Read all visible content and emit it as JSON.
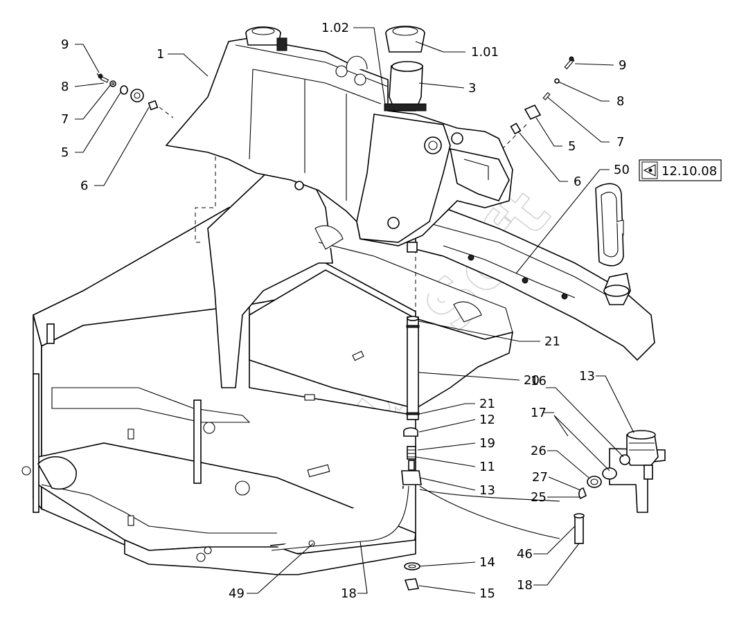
{
  "watermark": "AutoSoft",
  "reference_box": {
    "icon": "eye-view-icon",
    "text": "12.10.08"
  },
  "callouts": {
    "c_1_02": "1.02",
    "c_1_01": "1.01",
    "c_1": "1",
    "c_3": "3",
    "c_9_left": "9",
    "c_8_left": "8",
    "c_7_left": "7",
    "c_5_left": "5",
    "c_6_left": "6",
    "c_9_right": "9",
    "c_8_right": "8",
    "c_7_right": "7",
    "c_5_right": "5",
    "c_6_right": "6",
    "c_50": "50",
    "c_21_top": "21",
    "c_20": "20",
    "c_21_bottom": "21",
    "c_12": "12",
    "c_19": "19",
    "c_11": "11",
    "c_13_center": "13",
    "c_16": "16",
    "c_13_right": "13",
    "c_17": "17",
    "c_26": "26",
    "c_27": "27",
    "c_25": "25",
    "c_46": "46",
    "c_18_right": "18",
    "c_14": "14",
    "c_15": "15",
    "c_49": "49",
    "c_18_bottom": "18"
  }
}
